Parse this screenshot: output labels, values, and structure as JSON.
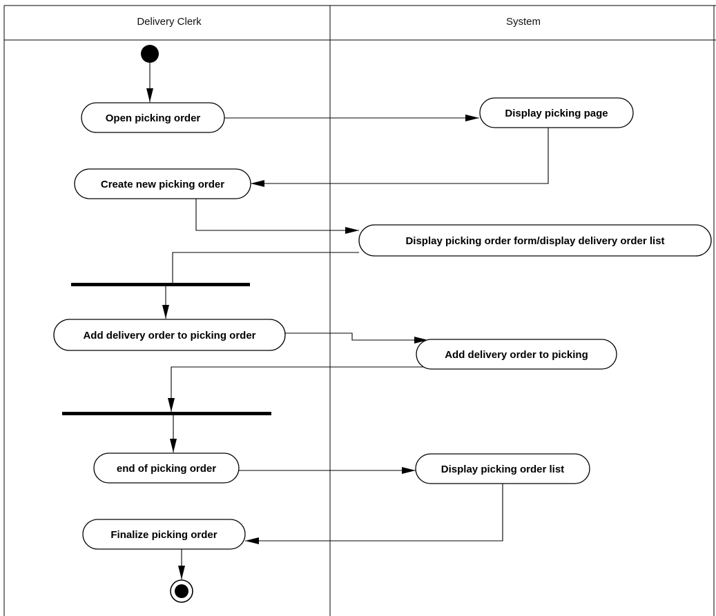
{
  "diagram": {
    "lanes": {
      "left": "Delivery Clerk",
      "right": "System"
    },
    "activities": {
      "open_picking_order": "Open picking order",
      "display_picking_page": "Display picking page",
      "create_new_picking_order": "Create new picking order",
      "display_form_and_list": "Display picking order form/display delivery order list",
      "add_delivery_order_to_picking_order": "Add delivery order to picking order",
      "add_delivery_order_to_picking": "Add delivery order to picking",
      "end_of_picking_order": "end of picking order",
      "display_picking_order_list": "Display picking order list",
      "finalize_picking_order": "Finalize picking order"
    },
    "colors": {
      "ink": "#000000",
      "background": "#ffffff"
    }
  }
}
